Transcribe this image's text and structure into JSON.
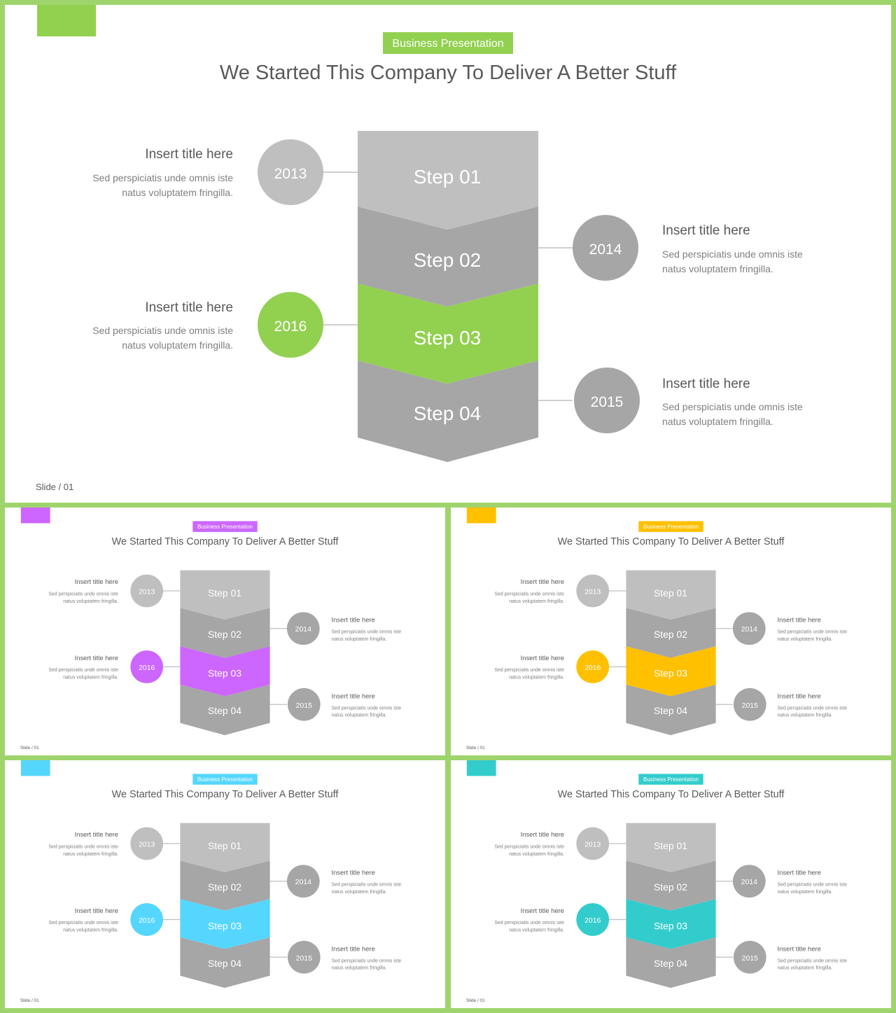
{
  "title": "We Started This Company To Deliver A Better Stuff",
  "badge": "Business Presentation",
  "slide_label": "Slide / 01",
  "steps": [
    "Step 01",
    "Step 02",
    "Step 03",
    "Step 04"
  ],
  "years": [
    "2013",
    "2014",
    "2016",
    "2015"
  ],
  "item_title": "Insert title here",
  "item_text_line1": "Sed perspiciatis unde omnis iste",
  "item_text_line2": "natus voluptatem fringilla.",
  "colors": {
    "frame": "#9fd46d",
    "step1": "#bfbfbf",
    "step_other": "#a6a6a6",
    "text_dark": "#595959",
    "text_body": "#7f7f7f"
  },
  "slides": [
    {
      "accent": "#92d050"
    },
    {
      "accent": "#cc66ff"
    },
    {
      "accent": "#ffc000"
    },
    {
      "accent": "#55d6ff"
    },
    {
      "accent": "#33cccc"
    }
  ]
}
